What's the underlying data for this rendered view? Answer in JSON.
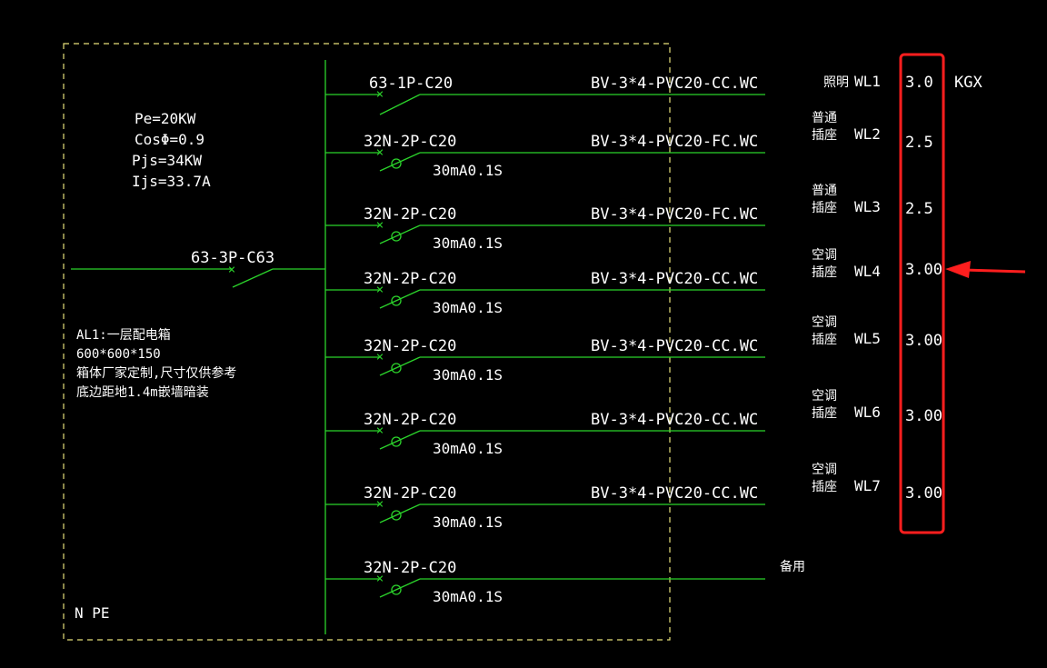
{
  "panel": {
    "specs": [
      "Pe=20KW",
      "CosΦ=0.9",
      "Pjs=34KW",
      "Ijs=33.7A"
    ],
    "notes": [
      "AL1:一层配电箱",
      "600*600*150",
      "箱体厂家定制,尺寸仅供参考",
      "底边距地1.4m嵌墙暗装"
    ],
    "np_label": "N PE",
    "main_breaker": "63-3P-C63"
  },
  "circuits": [
    {
      "breaker": "63-1P-C20",
      "rcd": "",
      "cable": "BV-3*4-PVC20-CC.WC",
      "use": [
        "照明"
      ],
      "code": "WL1",
      "value": "3.0"
    },
    {
      "breaker": "32N-2P-C20",
      "rcd": "30mA0.1S",
      "cable": "BV-3*4-PVC20-FC.WC",
      "use": [
        "普通",
        "插座"
      ],
      "code": "WL2",
      "value": "2.5"
    },
    {
      "breaker": "32N-2P-C20",
      "rcd": "30mA0.1S",
      "cable": "BV-3*4-PVC20-FC.WC",
      "use": [
        "普通",
        "插座"
      ],
      "code": "WL3",
      "value": "2.5"
    },
    {
      "breaker": "32N-2P-C20",
      "rcd": "30mA0.1S",
      "cable": "BV-3*4-PVC20-CC.WC",
      "use": [
        "空调",
        "插座"
      ],
      "code": "WL4",
      "value": "3.00"
    },
    {
      "breaker": "32N-2P-C20",
      "rcd": "30mA0.1S",
      "cable": "BV-3*4-PVC20-CC.WC",
      "use": [
        "空调",
        "插座"
      ],
      "code": "WL5",
      "value": "3.00"
    },
    {
      "breaker": "32N-2P-C20",
      "rcd": "30mA0.1S",
      "cable": "BV-3*4-PVC20-CC.WC",
      "use": [
        "空调",
        "插座"
      ],
      "code": "WL6",
      "value": "3.00"
    },
    {
      "breaker": "32N-2P-C20",
      "rcd": "30mA0.1S",
      "cable": "BV-3*4-PVC20-CC.WC",
      "use": [
        "空调",
        "插座"
      ],
      "code": "WL7",
      "value": "3.00"
    },
    {
      "breaker": "32N-2P-C20",
      "rcd": "30mA0.1S",
      "cable": "",
      "use": [
        "备用"
      ],
      "code": "",
      "value": ""
    }
  ],
  "kgx_label": "KGX",
  "colors": {
    "background": "#000000",
    "wire": "#2bd32b",
    "text": "#ffffff",
    "panel_border": "#e6e07a",
    "highlight": "#ff1e1e"
  }
}
